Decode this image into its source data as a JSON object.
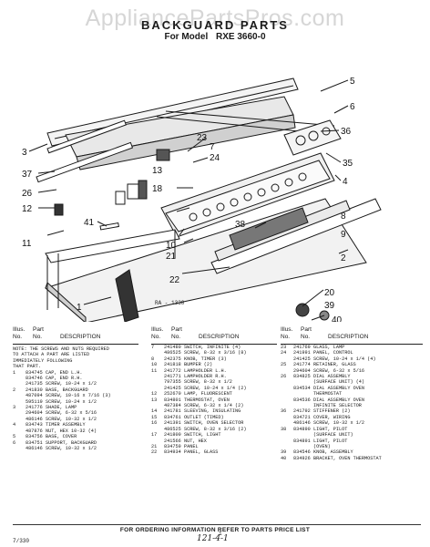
{
  "watermark": "AppliancePartsPros.com",
  "header": {
    "title": "BACKGUARD PARTS",
    "model_prefix": "For Model",
    "model_number": "RXE 3660-0"
  },
  "diagram": {
    "callouts": [
      "1",
      "3",
      "37",
      "26",
      "12",
      "11",
      "41",
      "40",
      "39",
      "5",
      "6",
      "36",
      "35",
      "23",
      "13",
      "18",
      "7",
      "24",
      "4",
      "8",
      "9",
      "20",
      "21",
      "22",
      "38",
      "10",
      "2"
    ],
    "figure_ref": "RA - 1330"
  },
  "parts_table": {
    "headers": {
      "illus": "Illus.",
      "part": "Part",
      "no1": "No.",
      "no2": "No.",
      "description": "DESCRIPTION"
    },
    "note": "NOTE: THE SCREWS AND NUTS REQUIRED\nTO ATTACH A PART ARE LISTED\nIMMEDIATELY FOLLOWING\nTHAT PART.",
    "columns": [
      [
        [
          "1",
          "834745",
          "CAP, END L.H."
        ],
        [
          "",
          "834746",
          "CAP, END R.H."
        ],
        [
          "",
          "241735",
          "SCREW, 10-24 x 1/2"
        ],
        [
          "2",
          "241830",
          "BASE, BACKGUARD"
        ],
        [
          "",
          "487094",
          "SCREW, 10-16 x 7/16 (3)"
        ],
        [
          "",
          "595119",
          "SCREW, 10-24 x 1/2"
        ],
        [
          "3",
          "241776",
          "SHADE, LAMP"
        ],
        [
          "",
          "294604",
          "SCREW, 6-32 x 5/16"
        ],
        [
          "",
          "486146",
          "SCREW, 10-32 x 1/2"
        ],
        [
          "4",
          "834743",
          "TIMER ASSEMBLY"
        ],
        [
          "",
          "487876",
          "NUT, HEX 10-32 (4)"
        ],
        [
          "5",
          "834756",
          "BASE, COVER"
        ],
        [
          "6",
          "834751",
          "SUPPORT, BACKGUARD"
        ],
        [
          "",
          "486146",
          "SCREW, 10-32 x 1/2"
        ]
      ],
      [
        [
          "7",
          "241480",
          "SWITCH, INFINITE (4)"
        ],
        [
          "",
          "486525",
          "SCREW, 8-32 x 3/16 (8)"
        ],
        [
          "8",
          "242375",
          "KNOB, TIMER (3)"
        ],
        [
          "10",
          "241818",
          "BUMPER (2)"
        ],
        [
          "11",
          "241772",
          "LAMPHOLDER L.H."
        ],
        [
          "",
          "241771",
          "LAMPHOLDER R.H."
        ],
        [
          "",
          "797355",
          "SCREW, 8-32 x 1/2"
        ],
        [
          "",
          "241425",
          "SCREW, 10-24 x 1/4 (2)"
        ],
        [
          "12",
          "252670",
          "LAMP, FLUORESCENT"
        ],
        [
          "13",
          "834801",
          "THERMOSTAT, OVEN"
        ],
        [
          "",
          "487384",
          "SCREW, 6-32 x 1/4 (2)"
        ],
        [
          "14",
          "241781",
          "SLEEVING, INSULATING"
        ],
        [
          "15",
          "834761",
          "OUTLET (TIMED)"
        ],
        [
          "16",
          "241391",
          "SWITCH, OVEN SELECTOR"
        ],
        [
          "",
          "486525",
          "SCREW, 8-32 x 3/16 (2)"
        ],
        [
          "17",
          "241800",
          "SWITCH, LIGHT"
        ],
        [
          "",
          "241566",
          "NUT, HEX"
        ],
        [
          "21",
          "834759",
          "PANEL"
        ],
        [
          "22",
          "834934",
          "PANEL, GLASS"
        ]
      ],
      [
        [
          "23",
          "241769",
          "GLASS, LAMP"
        ],
        [
          "24",
          "241991",
          "PANEL, CONTROL"
        ],
        [
          "",
          "241425",
          "SCREW, 10-24 x 1/4 (4)"
        ],
        [
          "25",
          "241774",
          "RETAINER, GLASS"
        ],
        [
          "",
          "294604",
          "SCREW, 6-32 x 5/16"
        ],
        [
          "26",
          "834825",
          "DIAL ASSEMBLY"
        ],
        [
          "",
          "",
          "(SURFACE UNIT) (4)"
        ],
        [
          "",
          "834534",
          "DIAL ASSEMBLY OVEN"
        ],
        [
          "",
          "",
          "THERMOSTAT"
        ],
        [
          "",
          "834536",
          "DIAL ASSEMBLY OVEN"
        ],
        [
          "",
          "",
          "INFINITE SELECTOR"
        ],
        [
          "36",
          "241792",
          "STIFFENER (2)"
        ],
        [
          "",
          "834721",
          "COVER, WIRING"
        ],
        [
          "",
          "486146",
          "SCREW, 10-32 x 1/2"
        ],
        [
          "38",
          "834890",
          "LIGHT, PILOT"
        ],
        [
          "",
          "",
          "(SURFACE UNIT)"
        ],
        [
          "",
          "834891",
          "LIGHT, PILOT"
        ],
        [
          "",
          "",
          "(OVEN)"
        ],
        [
          "39",
          "834546",
          "KNOB, ASSEMBLY"
        ],
        [
          "40",
          "834926",
          "BRACKET, OVEN THERMOSTAT"
        ]
      ]
    ]
  },
  "footer": {
    "ordering": "FOR ORDERING INFORMATION REFER TO PARTS PRICE LIST",
    "code": "7/330",
    "page": "1",
    "handwritten": "121-4-1"
  }
}
